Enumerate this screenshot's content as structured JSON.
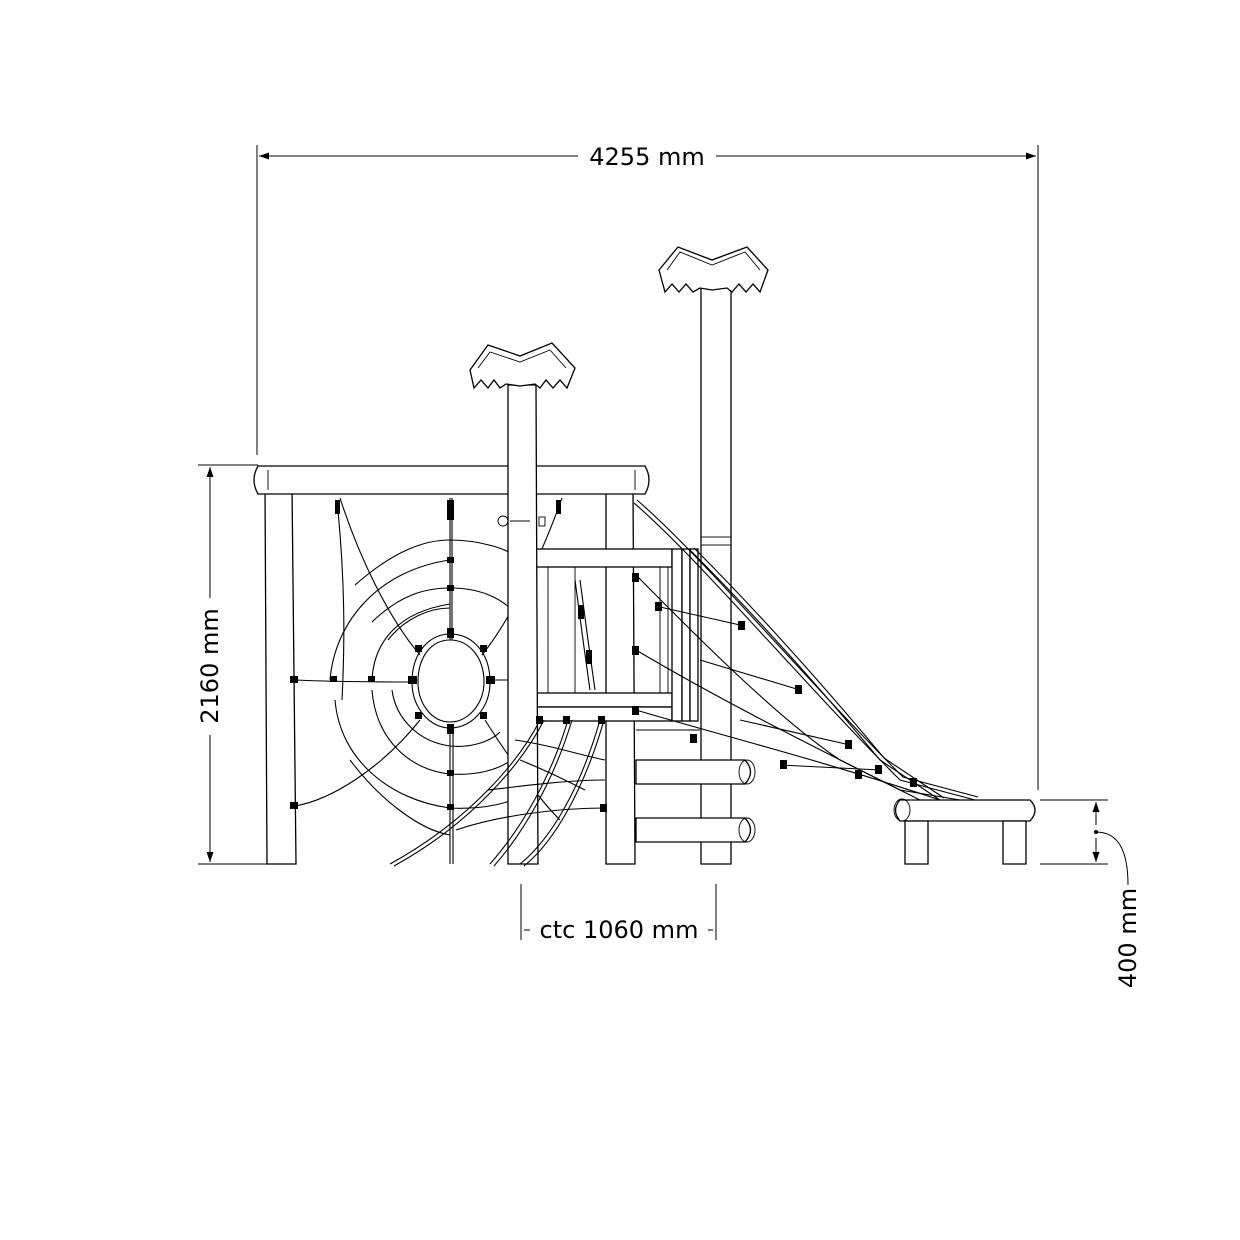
{
  "dimensions": {
    "overall_width": "4255 mm",
    "overall_height": "2160 mm",
    "post_spacing": "ctc 1060 mm",
    "seat_height": "400 mm"
  },
  "colors": {
    "line": "#000000",
    "background": "#ffffff"
  }
}
